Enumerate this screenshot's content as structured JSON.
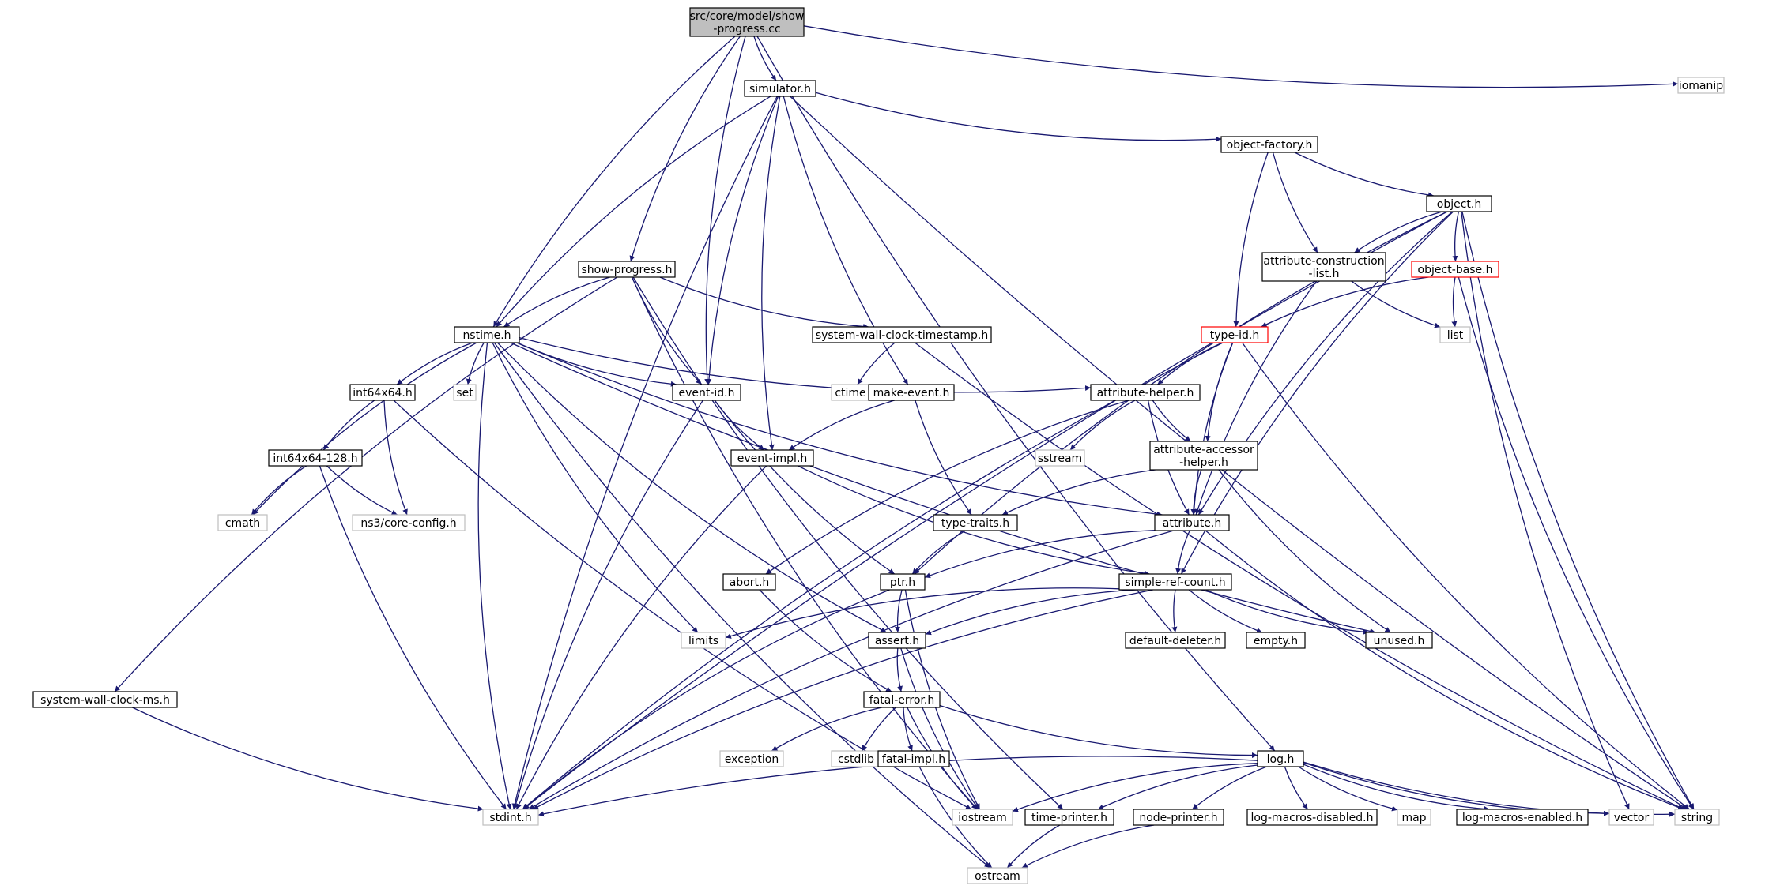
{
  "colors": {
    "edge": "#191970",
    "node_border": "#000000",
    "node_border_external": "#bfbfbf",
    "node_border_truncated": "#ff0000",
    "root_fill": "#bfbfbf",
    "text": "#000000"
  },
  "nodes": [
    {
      "id": "root",
      "lines": [
        "src/core/model/show",
        "-progress.cc"
      ],
      "style": "root"
    },
    {
      "id": "simulator",
      "lines": [
        "simulator.h"
      ],
      "style": "normal"
    },
    {
      "id": "iomanip",
      "lines": [
        "iomanip"
      ],
      "style": "external"
    },
    {
      "id": "object-factory",
      "lines": [
        "object-factory.h"
      ],
      "style": "normal"
    },
    {
      "id": "object",
      "lines": [
        "object.h"
      ],
      "style": "normal"
    },
    {
      "id": "show-progress",
      "lines": [
        "show-progress.h"
      ],
      "style": "normal"
    },
    {
      "id": "attr-construction",
      "lines": [
        "attribute-construction",
        "-list.h"
      ],
      "style": "normal"
    },
    {
      "id": "object-base",
      "lines": [
        "object-base.h"
      ],
      "style": "truncated"
    },
    {
      "id": "list",
      "lines": [
        "list"
      ],
      "style": "external"
    },
    {
      "id": "nstime",
      "lines": [
        "nstime.h"
      ],
      "style": "normal"
    },
    {
      "id": "swct",
      "lines": [
        "system-wall-clock-timestamp.h"
      ],
      "style": "normal"
    },
    {
      "id": "type-id",
      "lines": [
        "type-id.h"
      ],
      "style": "truncated"
    },
    {
      "id": "int64x64",
      "lines": [
        "int64x64.h"
      ],
      "style": "normal"
    },
    {
      "id": "set",
      "lines": [
        "set"
      ],
      "style": "external"
    },
    {
      "id": "event-id",
      "lines": [
        "event-id.h"
      ],
      "style": "normal"
    },
    {
      "id": "ctime",
      "lines": [
        "ctime"
      ],
      "style": "external"
    },
    {
      "id": "make-event",
      "lines": [
        "make-event.h"
      ],
      "style": "normal"
    },
    {
      "id": "attribute-helper",
      "lines": [
        "attribute-helper.h"
      ],
      "style": "normal"
    },
    {
      "id": "int64x64-128",
      "lines": [
        "int64x64-128.h"
      ],
      "style": "normal"
    },
    {
      "id": "event-impl",
      "lines": [
        "event-impl.h"
      ],
      "style": "normal"
    },
    {
      "id": "sstream",
      "lines": [
        "sstream"
      ],
      "style": "external"
    },
    {
      "id": "attr-accessor",
      "lines": [
        "attribute-accessor",
        "-helper.h"
      ],
      "style": "normal"
    },
    {
      "id": "cmath",
      "lines": [
        "cmath"
      ],
      "style": "external"
    },
    {
      "id": "core-config",
      "lines": [
        "ns3/core-config.h"
      ],
      "style": "external"
    },
    {
      "id": "type-traits",
      "lines": [
        "type-traits.h"
      ],
      "style": "normal"
    },
    {
      "id": "attribute",
      "lines": [
        "attribute.h"
      ],
      "style": "normal"
    },
    {
      "id": "abort",
      "lines": [
        "abort.h"
      ],
      "style": "normal"
    },
    {
      "id": "ptr",
      "lines": [
        "ptr.h"
      ],
      "style": "normal"
    },
    {
      "id": "simple-ref-count",
      "lines": [
        "simple-ref-count.h"
      ],
      "style": "normal"
    },
    {
      "id": "limits",
      "lines": [
        "limits"
      ],
      "style": "external"
    },
    {
      "id": "assert",
      "lines": [
        "assert.h"
      ],
      "style": "normal"
    },
    {
      "id": "default-deleter",
      "lines": [
        "default-deleter.h"
      ],
      "style": "normal"
    },
    {
      "id": "empty",
      "lines": [
        "empty.h"
      ],
      "style": "normal"
    },
    {
      "id": "unused",
      "lines": [
        "unused.h"
      ],
      "style": "normal"
    },
    {
      "id": "swcms",
      "lines": [
        "system-wall-clock-ms.h"
      ],
      "style": "normal"
    },
    {
      "id": "fatal-error",
      "lines": [
        "fatal-error.h"
      ],
      "style": "normal"
    },
    {
      "id": "exception",
      "lines": [
        "exception"
      ],
      "style": "external"
    },
    {
      "id": "cstdlib",
      "lines": [
        "cstdlib"
      ],
      "style": "external"
    },
    {
      "id": "fatal-impl",
      "lines": [
        "fatal-impl.h"
      ],
      "style": "normal"
    },
    {
      "id": "log",
      "lines": [
        "log.h"
      ],
      "style": "normal"
    },
    {
      "id": "stdint",
      "lines": [
        "stdint.h"
      ],
      "style": "external"
    },
    {
      "id": "iostream",
      "lines": [
        "iostream"
      ],
      "style": "external"
    },
    {
      "id": "time-printer",
      "lines": [
        "time-printer.h"
      ],
      "style": "normal"
    },
    {
      "id": "node-printer",
      "lines": [
        "node-printer.h"
      ],
      "style": "normal"
    },
    {
      "id": "log-macros-disabled",
      "lines": [
        "log-macros-disabled.h"
      ],
      "style": "normal"
    },
    {
      "id": "map",
      "lines": [
        "map"
      ],
      "style": "external"
    },
    {
      "id": "log-macros-enabled",
      "lines": [
        "log-macros-enabled.h"
      ],
      "style": "normal"
    },
    {
      "id": "vector",
      "lines": [
        "vector"
      ],
      "style": "external"
    },
    {
      "id": "string",
      "lines": [
        "string"
      ],
      "style": "external"
    },
    {
      "id": "ostream",
      "lines": [
        "ostream"
      ],
      "style": "external"
    }
  ],
  "edges": [
    [
      "root",
      "simulator"
    ],
    [
      "root",
      "iomanip"
    ],
    [
      "root",
      "nstime"
    ],
    [
      "root",
      "show-progress"
    ],
    [
      "root",
      "event-id"
    ],
    [
      "root",
      "log"
    ],
    [
      "simulator",
      "object-factory"
    ],
    [
      "simulator",
      "nstime"
    ],
    [
      "simulator",
      "event-id"
    ],
    [
      "simulator",
      "make-event"
    ],
    [
      "simulator",
      "event-impl"
    ],
    [
      "simulator",
      "stdint"
    ],
    [
      "simulator",
      "string"
    ],
    [
      "object-factory",
      "object"
    ],
    [
      "object-factory",
      "type-id"
    ],
    [
      "object-factory",
      "attr-construction"
    ],
    [
      "object",
      "attr-construction"
    ],
    [
      "object",
      "object-base"
    ],
    [
      "object",
      "attribute"
    ],
    [
      "object",
      "ptr"
    ],
    [
      "object",
      "simple-ref-count"
    ],
    [
      "object",
      "stdint"
    ],
    [
      "object",
      "string"
    ],
    [
      "object",
      "vector"
    ],
    [
      "object-base",
      "type-id"
    ],
    [
      "object-base",
      "list"
    ],
    [
      "object-base",
      "string"
    ],
    [
      "attr-construction",
      "list"
    ],
    [
      "attr-construction",
      "attribute"
    ],
    [
      "show-progress",
      "nstime"
    ],
    [
      "show-progress",
      "swct"
    ],
    [
      "show-progress",
      "event-id"
    ],
    [
      "show-progress",
      "swcms"
    ],
    [
      "show-progress",
      "iostream"
    ],
    [
      "show-progress",
      "time-printer"
    ],
    [
      "swct",
      "ctime"
    ],
    [
      "swct",
      "string"
    ],
    [
      "type-id",
      "attribute-helper"
    ],
    [
      "type-id",
      "attr-accessor"
    ],
    [
      "type-id",
      "attribute"
    ],
    [
      "type-id",
      "stdint"
    ],
    [
      "type-id",
      "string"
    ],
    [
      "nstime",
      "int64x64"
    ],
    [
      "nstime",
      "set"
    ],
    [
      "nstime",
      "event-id"
    ],
    [
      "nstime",
      "attribute-helper"
    ],
    [
      "nstime",
      "attribute"
    ],
    [
      "nstime",
      "cmath"
    ],
    [
      "nstime",
      "limits"
    ],
    [
      "nstime",
      "assert"
    ],
    [
      "nstime",
      "stdint"
    ],
    [
      "nstime",
      "ostream"
    ],
    [
      "nstime",
      "unused"
    ],
    [
      "int64x64",
      "int64x64-128"
    ],
    [
      "int64x64",
      "core-config"
    ],
    [
      "int64x64",
      "iostream"
    ],
    [
      "int64x64-128",
      "cmath"
    ],
    [
      "int64x64-128",
      "core-config"
    ],
    [
      "int64x64-128",
      "stdint"
    ],
    [
      "event-id",
      "event-impl"
    ],
    [
      "event-id",
      "ptr"
    ],
    [
      "event-id",
      "stdint"
    ],
    [
      "make-event",
      "event-impl"
    ],
    [
      "make-event",
      "type-traits"
    ],
    [
      "event-impl",
      "simple-ref-count"
    ],
    [
      "event-impl",
      "stdint"
    ],
    [
      "attribute-helper",
      "sstream"
    ],
    [
      "attribute-helper",
      "attr-accessor"
    ],
    [
      "attribute-helper",
      "attribute"
    ],
    [
      "attribute-helper",
      "abort"
    ],
    [
      "attr-accessor",
      "type-traits"
    ],
    [
      "attr-accessor",
      "attribute"
    ],
    [
      "attr-accessor",
      "unused"
    ],
    [
      "type-traits",
      "ptr"
    ],
    [
      "attribute",
      "ptr"
    ],
    [
      "attribute",
      "simple-ref-count"
    ],
    [
      "attribute",
      "stdint"
    ],
    [
      "attribute",
      "string"
    ],
    [
      "abort",
      "fatal-error"
    ],
    [
      "ptr",
      "assert"
    ],
    [
      "ptr",
      "iostream"
    ],
    [
      "ptr",
      "stdint"
    ],
    [
      "simple-ref-count",
      "assert"
    ],
    [
      "simple-ref-count",
      "default-deleter"
    ],
    [
      "simple-ref-count",
      "empty"
    ],
    [
      "simple-ref-count",
      "unused"
    ],
    [
      "simple-ref-count",
      "limits"
    ],
    [
      "simple-ref-count",
      "stdint"
    ],
    [
      "assert",
      "fatal-error"
    ],
    [
      "assert",
      "iostream"
    ],
    [
      "swcms",
      "stdint"
    ],
    [
      "fatal-error",
      "exception"
    ],
    [
      "fatal-error",
      "cstdlib"
    ],
    [
      "fatal-error",
      "fatal-impl"
    ],
    [
      "fatal-error",
      "iostream"
    ],
    [
      "fatal-error",
      "log"
    ],
    [
      "fatal-impl",
      "ostream"
    ],
    [
      "log",
      "stdint"
    ],
    [
      "log",
      "iostream"
    ],
    [
      "log",
      "time-printer"
    ],
    [
      "log",
      "node-printer"
    ],
    [
      "log",
      "log-macros-disabled"
    ],
    [
      "log",
      "map"
    ],
    [
      "log",
      "log-macros-enabled"
    ],
    [
      "log",
      "vector"
    ],
    [
      "log",
      "string"
    ],
    [
      "time-printer",
      "ostream"
    ],
    [
      "node-printer",
      "ostream"
    ]
  ]
}
